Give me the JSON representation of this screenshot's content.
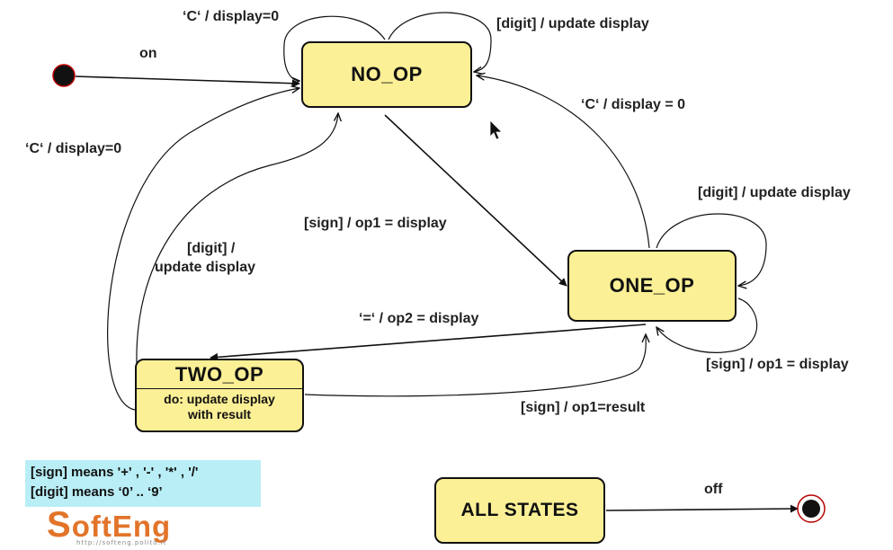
{
  "states": {
    "no_op": "NO_OP",
    "one_op": "ONE_OP",
    "two_op": "TWO_OP",
    "two_op_activity_line1": "do: update display",
    "two_op_activity_line2": "with result",
    "all_states": "ALL STATES"
  },
  "transitions": {
    "on": "on",
    "noop_clear_self": "‘C‘ / display=0",
    "noop_digit_self": "[digit] / update display",
    "oneop_clear": "‘C‘ / display = 0",
    "twoop_clear": "‘C‘ / display=0",
    "noop_to_oneop": "[sign] / op1 = display",
    "twoop_digit_line1": "[digit] /",
    "twoop_digit_line2": "update display",
    "oneop_digit_self": "[digit] / update display",
    "oneop_to_twoop": "‘=‘ / op2 = display",
    "oneop_sign_self": "[sign] / op1 = display",
    "twoop_to_oneop": "[sign] / op1=result",
    "off": "off"
  },
  "legend": {
    "line1": "[sign] means '+' , '-' , '*' , '/'",
    "line2": "[digit] means ‘0’ .. ‘9’"
  },
  "logo": {
    "wordmark_first": "S",
    "wordmark_rest": "oftEng",
    "url": "http://softeng.polito.it"
  },
  "colors": {
    "state_fill": "#fbf096",
    "legend_fill": "#b9eef6",
    "logo_orange": "#e2742a"
  }
}
